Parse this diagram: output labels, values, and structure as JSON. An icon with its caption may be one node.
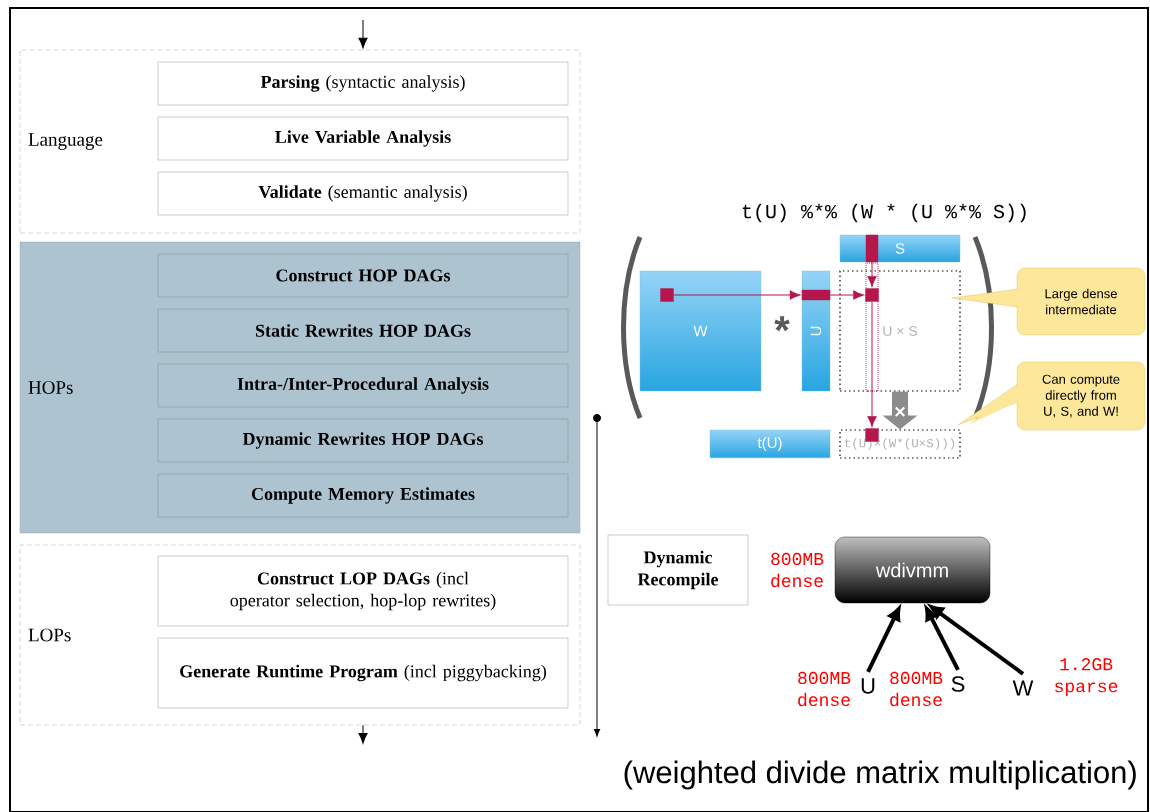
{
  "diagram": {
    "caption": "(weighted divide matrix multiplication)",
    "nodes": [
      {
        "text": [
          "Language"
        ]
      },
      {
        "text": [
          "**Parsing** (syntactic analysis)"
        ],
        "in": 0
      },
      {
        "text": [
          "Live Variable Analysis"
        ],
        "in": 0
      },
      {
        "text": [
          "**Validate** (semantic analysis)"
        ],
        "in": 0
      },
      {
        "text": [
          "HOPs"
        ]
      },
      {
        "text": [
          "Construct HOP DAGs"
        ],
        "in": 4
      },
      {
        "text": [
          "Static Rewrites HOP DAGs"
        ],
        "in": 4
      },
      {
        "text": [
          "Intra-/Inter-Procedural Analysis"
        ],
        "in": 4
      },
      {
        "text": [
          "Dynamic Rewrites HOP DAGs"
        ],
        "in": 4
      },
      {
        "text": [
          "Compute Memory Estimates"
        ],
        "in": 4
      },
      {
        "text": [
          "LOPs"
        ]
      },
      {
        "text": [
          "**Construct LOP DAGs** (incl operator selection, hop-lop rewrites)"
        ],
        "in": 10
      },
      {
        "text": [
          "**Generate Runtime Program** (incl piggybacking)"
        ],
        "in": 10
      },
      {
        "text": [
          "Dynamic Recompile"
        ]
      },
      {
        "text": [
          "wdivmm"
        ],
        "beside": [
          "800MB dense"
        ]
      },
      {
        "text": [
          "U"
        ],
        "beside": [
          "800MB dense"
        ]
      },
      {
        "text": [
          "S"
        ],
        "beside": [
          "800MB dense"
        ]
      },
      {
        "text": [
          "W"
        ],
        "beside": [
          "1.2GB sparse"
        ]
      },
      {
        "text": [
          "W"
        ]
      },
      {
        "text": [
          "U"
        ]
      },
      {
        "text": [
          "S"
        ]
      },
      {
        "text": [
          "U × S"
        ]
      },
      {
        "text": [
          "t(U)"
        ]
      },
      {
        "text": [
          "t(U)×(W*(U×S)))"
        ]
      },
      {
        "text": [
          "Large dense intermediate"
        ]
      },
      {
        "text": [
          "Can compute directly from U, S, and W!"
        ]
      },
      {
        "text": [],
        "shape": "box",
        "in": 18
      },
      {
        "text": [],
        "shape": "bar",
        "in": 19
      },
      {
        "text": [],
        "shape": "bar",
        "in": 20
      },
      {
        "text": [],
        "shape": "box",
        "in": 21
      },
      {
        "text": [],
        "shape": "box",
        "in": 23
      }
    ],
    "edges": [
      {
        "from": null,
        "to": 0,
        "arrow": "to"
      },
      {
        "from": 10,
        "to": null,
        "arrow": "to"
      },
      {
        "from": 15,
        "to": 14,
        "arrow": "to",
        "style": "thick"
      },
      {
        "from": 16,
        "to": 14,
        "arrow": "to",
        "style": "thick"
      },
      {
        "from": 17,
        "to": 14,
        "arrow": "to",
        "style": "thick"
      },
      {
        "from": 21,
        "to": 23,
        "arrow": "to",
        "style": "thick",
        "color": "#8c8c8c",
        "label": "×"
      },
      {
        "from": 26,
        "to": 27,
        "arrow": "to",
        "color": "#b5174b"
      },
      {
        "from": 27,
        "to": 29,
        "arrow": "to",
        "color": "#b5174b"
      },
      {
        "from": 28,
        "to": 29,
        "arrow": "to",
        "color": "#b5174b"
      },
      {
        "from": 29,
        "to": 30,
        "arrow": "to",
        "color": "#b5174b"
      }
    ],
    "labels": [
      "t(U) %*% (W * (U %*% S))",
      "*"
    ]
  }
}
